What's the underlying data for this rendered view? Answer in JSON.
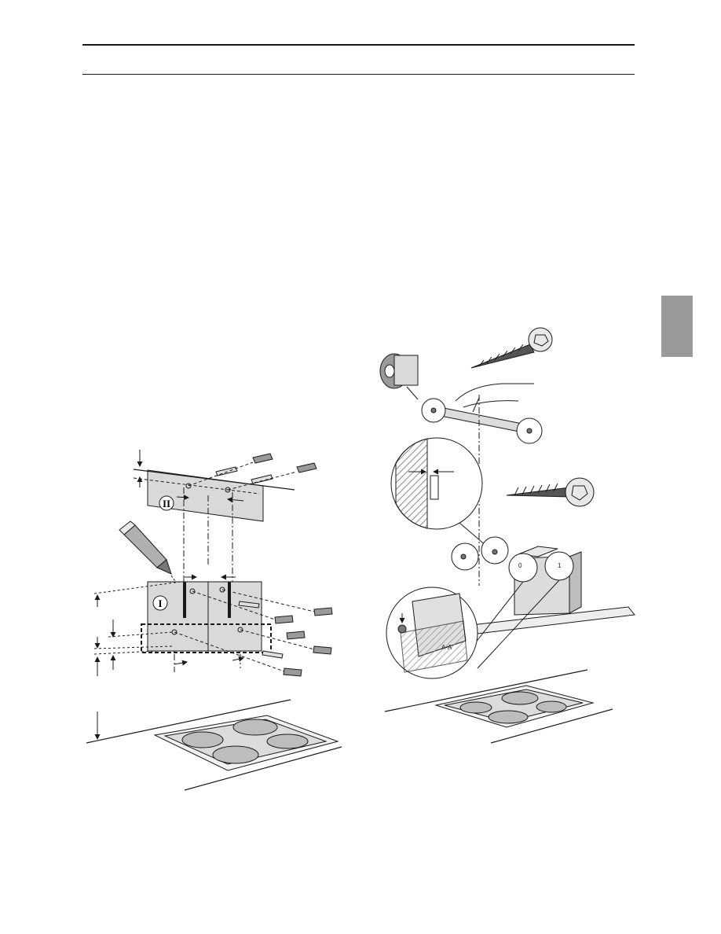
{
  "page": {
    "section_tab": {
      "color": "#9a9a9a"
    }
  },
  "figures": {
    "left": {
      "template_markers": [
        "II",
        "I"
      ]
    },
    "right": {
      "detail_label": "A-A",
      "rivet_labels": [
        "0",
        "1"
      ]
    }
  },
  "colors": {
    "line": "#1a1a1a",
    "template_fill": "#d9d9d9",
    "hood_fill": "#dcdcdc",
    "hob_fill": "#bdbdbd",
    "plug_fill": "#9a9a9a",
    "hatch": "#8a8a8a"
  }
}
